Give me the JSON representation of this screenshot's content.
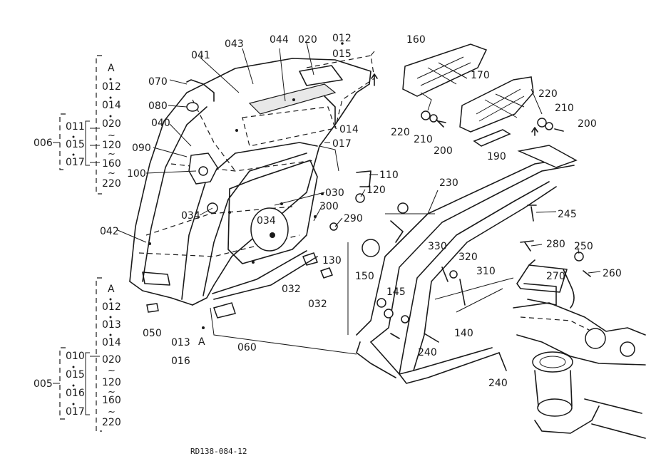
{
  "part_labels": {
    "p160": "160",
    "p170": "170",
    "p012_top": "012",
    "p015_top": "015",
    "p020": "020",
    "p044": "044",
    "p043": "043",
    "p041": "041",
    "p070": "070",
    "p080": "080",
    "p040": "040",
    "p090": "090",
    "p100": "100",
    "p014": "014",
    "p017": "017",
    "p110": "110",
    "p120": "120",
    "p030": "030",
    "p230": "230",
    "p300": "300",
    "p290": "290",
    "p034a": "034",
    "p034b": "034",
    "p042": "042",
    "p130": "130",
    "p032a": "032",
    "p032b": "032",
    "p150": "150",
    "p145": "145",
    "p140": "140",
    "p240a": "240",
    "p240b": "240",
    "p330": "330",
    "p320": "320",
    "p310": "310",
    "p280": "280",
    "p250": "250",
    "p270": "270",
    "p260": "260",
    "p245": "245",
    "p220a": "220",
    "p210a": "210",
    "p200a": "200",
    "p220b": "220",
    "p210b": "210",
    "p200b": "200",
    "p190": "190",
    "p050": "050",
    "p013": "013",
    "p016": "016",
    "p060": "060",
    "pA_mid": "A"
  },
  "group_006": {
    "ref": "006",
    "inner": [
      "011",
      "015",
      "017"
    ],
    "outer": [
      "A",
      "012",
      "014",
      "020",
      "120",
      "160",
      "220"
    ]
  },
  "group_005": {
    "ref": "005",
    "inner": [
      "010",
      "015",
      "016",
      "017"
    ],
    "outer": [
      "A",
      "012",
      "013",
      "014",
      "020",
      "120",
      "160",
      "220"
    ]
  },
  "footer_code": "RD138-084-12"
}
